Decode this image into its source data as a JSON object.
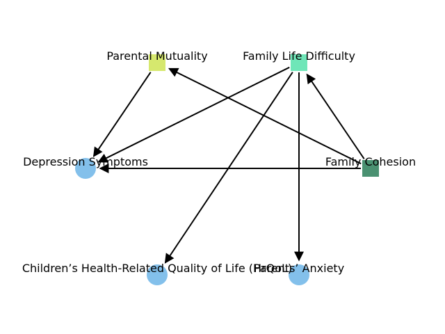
{
  "diagram": {
    "nodes": [
      {
        "id": "parental-mutuality",
        "label": "Parental Mutuality",
        "shape": "square",
        "color": "#d6e86e"
      },
      {
        "id": "family-life-difficulty",
        "label": "Family Life Difficulty",
        "shape": "square",
        "color": "#6fe6b8"
      },
      {
        "id": "depression-symptoms",
        "label": "Depression Symptoms",
        "shape": "circle",
        "color": "#83c0eb"
      },
      {
        "id": "family-cohesion",
        "label": "Family Cohesion",
        "shape": "square",
        "color": "#4a9171"
      },
      {
        "id": "childrens-hrqol",
        "label": "Children’s Health-Related Quality of Life (HrQoL)",
        "shape": "circle",
        "color": "#83c0eb"
      },
      {
        "id": "parents-anxiety",
        "label": "Parents’ Anxiety",
        "shape": "circle",
        "color": "#83c0eb"
      }
    ],
    "edges": [
      {
        "from": "parental-mutuality",
        "to": "depression-symptoms"
      },
      {
        "from": "family-life-difficulty",
        "to": "depression-symptoms"
      },
      {
        "from": "family-life-difficulty",
        "to": "childrens-hrqol"
      },
      {
        "from": "family-life-difficulty",
        "to": "parents-anxiety"
      },
      {
        "from": "family-cohesion",
        "to": "parental-mutuality"
      },
      {
        "from": "family-cohesion",
        "to": "family-life-difficulty"
      },
      {
        "from": "family-cohesion",
        "to": "depression-symptoms"
      }
    ]
  }
}
